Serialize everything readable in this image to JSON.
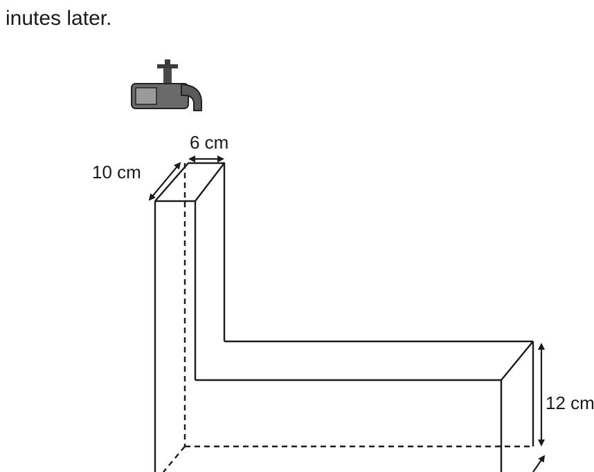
{
  "question": {
    "text_fragment": "inutes later."
  },
  "diagram": {
    "labels": {
      "top_width": "6 cm",
      "top_depth": "10 cm",
      "arm_height": "12 cm"
    },
    "icons": {
      "tap": "water-tap-icon"
    }
  }
}
